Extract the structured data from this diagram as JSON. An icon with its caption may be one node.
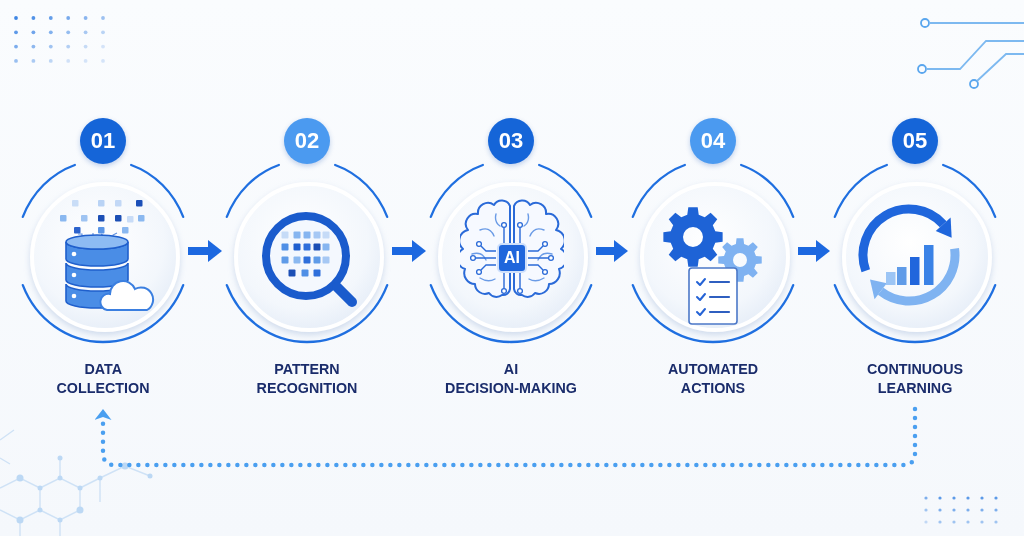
{
  "diagram": {
    "nodes": [
      {
        "text": [
          "01",
          "DATA COLLECTION"
        ]
      },
      {
        "text": [
          "02",
          "PATTERN RECOGNITION"
        ]
      },
      {
        "text": [
          "03",
          "AI",
          "AI DECISION-MAKING"
        ]
      },
      {
        "text": [
          "04",
          "AUTOMATED ACTIONS"
        ]
      },
      {
        "text": [
          "05",
          "CONTINUOUS LEARNING"
        ]
      }
    ],
    "edges": [
      {
        "from": 0,
        "to": 1,
        "arrow": "to"
      },
      {
        "from": 1,
        "to": 2,
        "arrow": "to"
      },
      {
        "from": 2,
        "to": 3,
        "arrow": "to"
      },
      {
        "from": 3,
        "to": 4,
        "arrow": "to"
      },
      {
        "from": 4,
        "to": 0,
        "arrow": "to",
        "style": "dashed",
        "color": "#4a9ff0"
      }
    ]
  }
}
